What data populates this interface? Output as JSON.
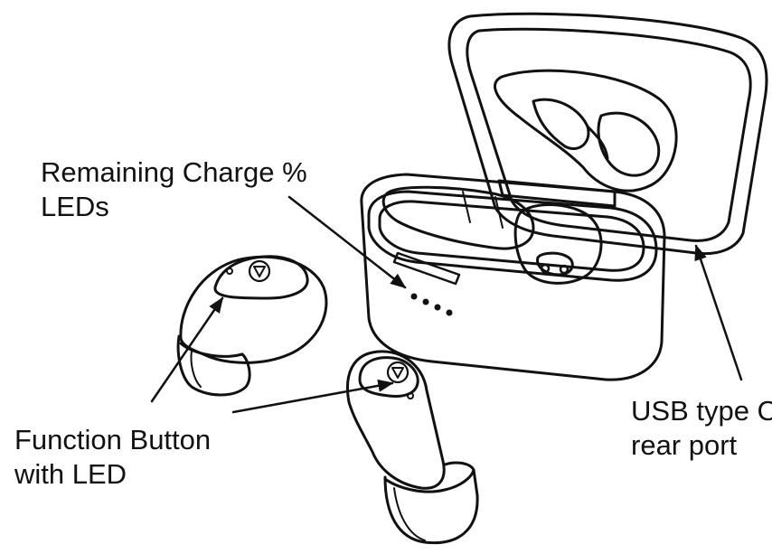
{
  "callouts": {
    "charge_leds": {
      "line1": "Remaining Charge %",
      "line2": "LEDs"
    },
    "function_button": {
      "line1": "Function Button",
      "line2": "with LED"
    },
    "usb_port": {
      "line1": "USB type C",
      "line2": "rear port"
    }
  },
  "colors": {
    "ink": "#111111",
    "background": "#ffffff"
  },
  "components": [
    "charging-case",
    "left-earbud",
    "right-earbud"
  ],
  "charge_led_count": 4
}
